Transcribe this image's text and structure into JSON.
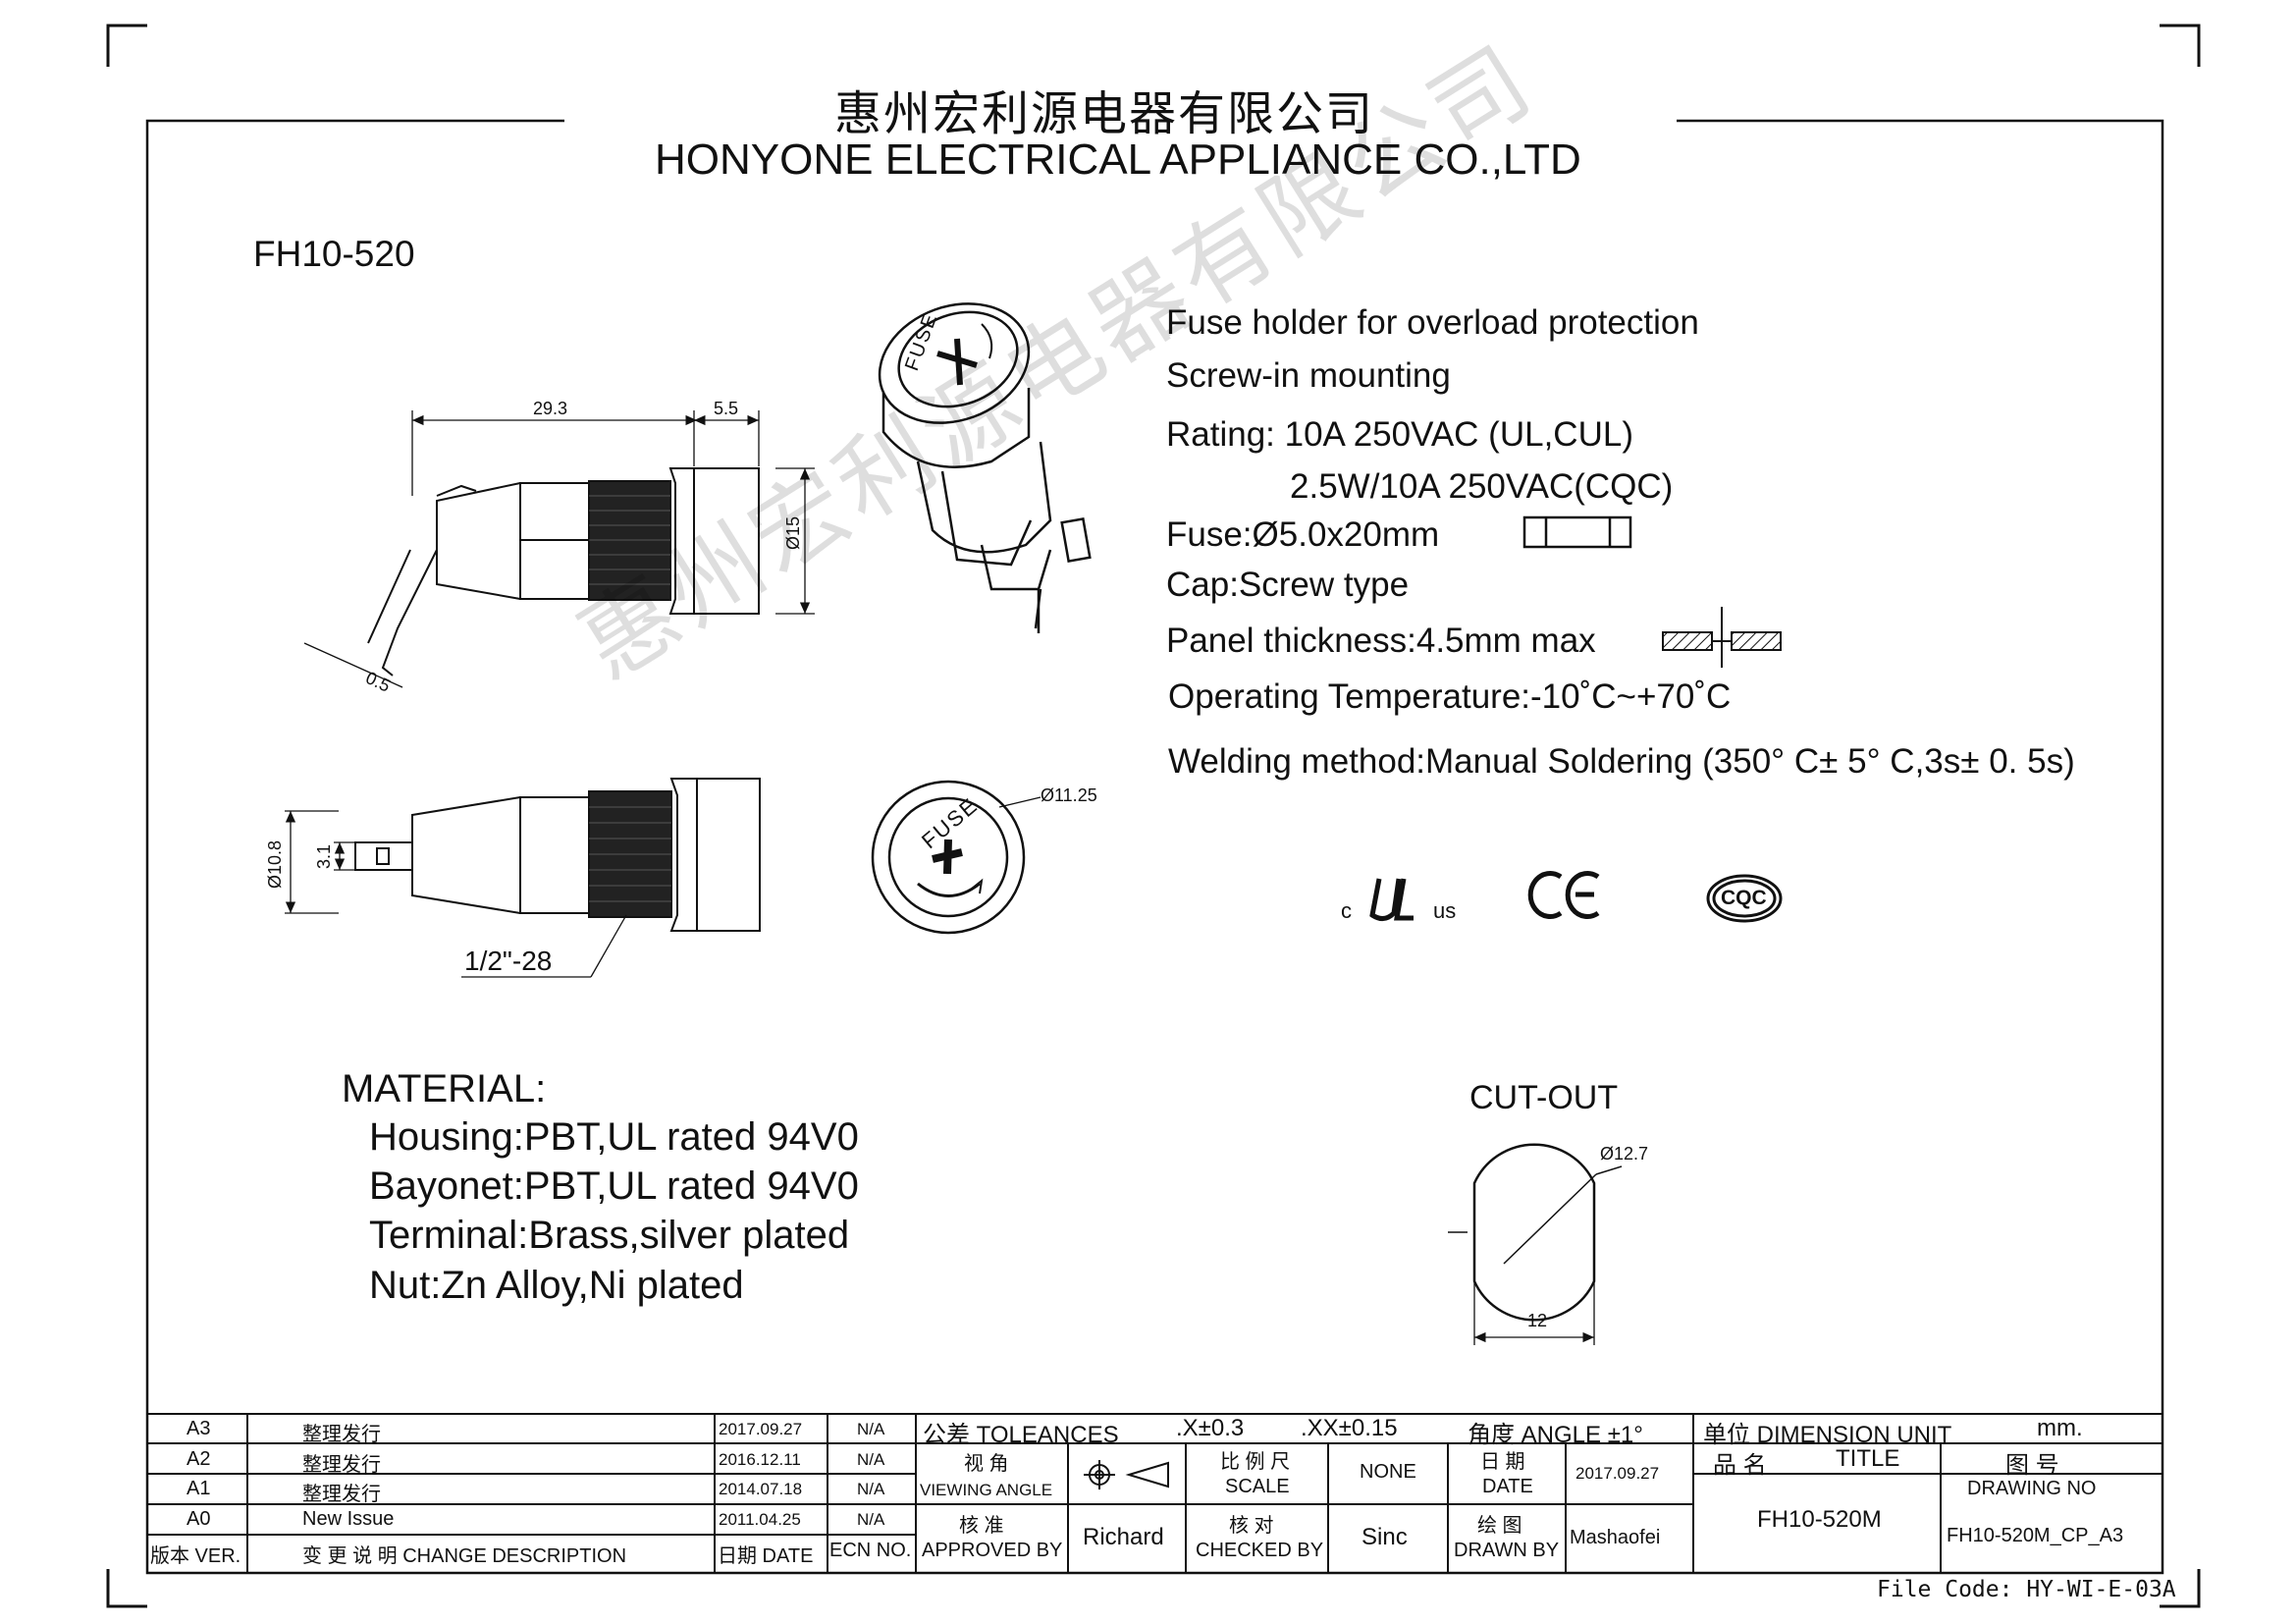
{
  "header": {
    "company_cn": "惠州宏利源电器有限公司",
    "company_en": "HONYONE ELECTRICAL APPLIANCE  CO.,LTD"
  },
  "part_number": "FH10-520",
  "specs": {
    "line1": "Fuse holder for overload protection",
    "line2": "Screw-in mounting",
    "line3": "Rating: 10A 250VAC (UL,CUL)",
    "line4": "2.5W/10A 250VAC(CQC)",
    "line5": "Fuse:Ø5.0x20mm",
    "line6": "Cap:Screw type",
    "line7": "Panel thickness:4.5mm max",
    "line8": "Operating Temperature:-10˚C~+70˚C",
    "line9": "Welding method:Manual Soldering (350°  C± 5°  C,3s± 0. 5s)"
  },
  "certifications": {
    "ul_c": "c",
    "ul_us": "us",
    "ce": "CE",
    "cqc": "CQC"
  },
  "dimensions": {
    "length": "29.3",
    "flange": "5.5",
    "diameter": "Ø15",
    "pin": "0.5",
    "body_dia": "Ø10.8",
    "terminal": "3.1",
    "thread": "1/2\"-28",
    "cap_dia": "Ø11.25",
    "cut_dia": "Ø12.7",
    "cut_flat": "12"
  },
  "cap_label": "FUSE",
  "material": {
    "heading": "MATERIAL:",
    "housing": "Housing:PBT,UL rated 94V0",
    "bayonet": "Bayonet:PBT,UL rated 94V0",
    "terminal": "Terminal:Brass,silver  plated",
    "nut": "Nut:Zn Alloy,Ni plated"
  },
  "cutout_label": "CUT-OUT",
  "watermark": "惠州宏利源电器有限公司",
  "title_block": {
    "revisions": [
      {
        "ver": "A3",
        "desc": "整理发行",
        "date": "2017.09.27",
        "ecn": "N/A"
      },
      {
        "ver": "A2",
        "desc": "整理发行",
        "date": "2016.12.11",
        "ecn": "N/A"
      },
      {
        "ver": "A1",
        "desc": "整理发行",
        "date": "2014.07.18",
        "ecn": "N/A"
      },
      {
        "ver": "A0",
        "desc": "New Issue",
        "date": "2011.04.25",
        "ecn": "N/A"
      }
    ],
    "hdr_ver": "版本 VER.",
    "hdr_desc": "变 更 说 明  CHANGE DESCRIPTION",
    "hdr_date": "日期 DATE",
    "hdr_ecn": "ECN NO.",
    "tolerances_label": "公差 TOLEANCES",
    "tol_x": ".X±0.3",
    "tol_xx": ".XX±0.15",
    "angle": "角度 ANGLE ±1°",
    "unit_label": "单位   DIMENSION UNIT",
    "unit_value": "mm.",
    "viewing_cn": "视 角",
    "viewing_en": "VIEWING ANGLE",
    "scale_cn": "比 例 尺",
    "scale_en": "SCALE",
    "scale_value": "NONE",
    "date_cn": "日 期",
    "date_en": "DATE",
    "date_value": "2017.09.27",
    "title_cn": "品 名",
    "title_en": "TITLE",
    "title_value": "FH10-520M",
    "drawing_cn": "图 号",
    "drawing_en": "DRAWING NO",
    "drawing_value": "FH10-520M_CP_A3",
    "approved_cn": "核 准",
    "approved_en": "APPROVED BY",
    "approved_value": "Richard",
    "checked_cn": "核 对",
    "checked_en": "CHECKED BY",
    "checked_value": "Sinc",
    "drawn_cn": "绘 图",
    "drawn_en": "DRAWN BY",
    "drawn_value": "Mashaofei"
  },
  "file_code": "File Code: HY-WI-E-03A"
}
